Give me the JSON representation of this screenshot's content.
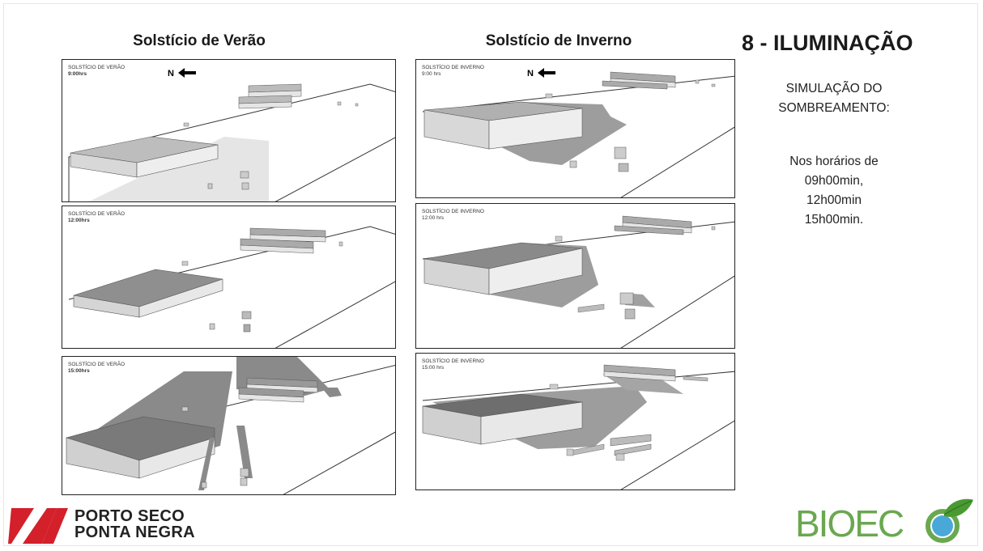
{
  "columns": {
    "summer_title": "Solstício de Verão",
    "winter_title": "Solstício de Inverno"
  },
  "panels": {
    "summer": [
      {
        "title": "SOLSTÍCIO DE VERÃO",
        "time": "9:00hrs"
      },
      {
        "title": "SOLSTÍCIO DE VERÃO",
        "time": "12:00hrs"
      },
      {
        "title": "SOLSTÍCIO DE VERÃO",
        "time": "15:00hrs"
      }
    ],
    "winter": [
      {
        "title": "SOLSTÍCIO DE INVERNO",
        "time": "9:00 hrs"
      },
      {
        "title": "SOLSTÍCIO DE INVERNO",
        "time": "12:00 hrs"
      },
      {
        "title": "SOLSTÍCIO DE INVERNO",
        "time": "15:00 hrs"
      }
    ],
    "north_label": "N"
  },
  "section": {
    "title": "8 - ILUMINAÇÃO",
    "subtitle_line1": "SIMULAÇÃO  DO",
    "subtitle_line2": "SOMBREAMENTO:",
    "body_line1": "Nos horários de",
    "body_line2": "09h00min,",
    "body_line3": "12h00min",
    "body_line4": "15h00min."
  },
  "logos": {
    "porto_line1": "PORTO SECO",
    "porto_line2": "PONTA NEGRA",
    "bioeco": "BIOEC",
    "porto_color": "#d3202a",
    "bioeco_color": "#6aa84f",
    "bioeco_leaf_color": "#4a9a32",
    "bioeco_globe_color": "#4aa8d8"
  },
  "icons": [
    "arrow-left-icon",
    "porto-seco-logo-icon",
    "bioeco-leaf-icon"
  ]
}
